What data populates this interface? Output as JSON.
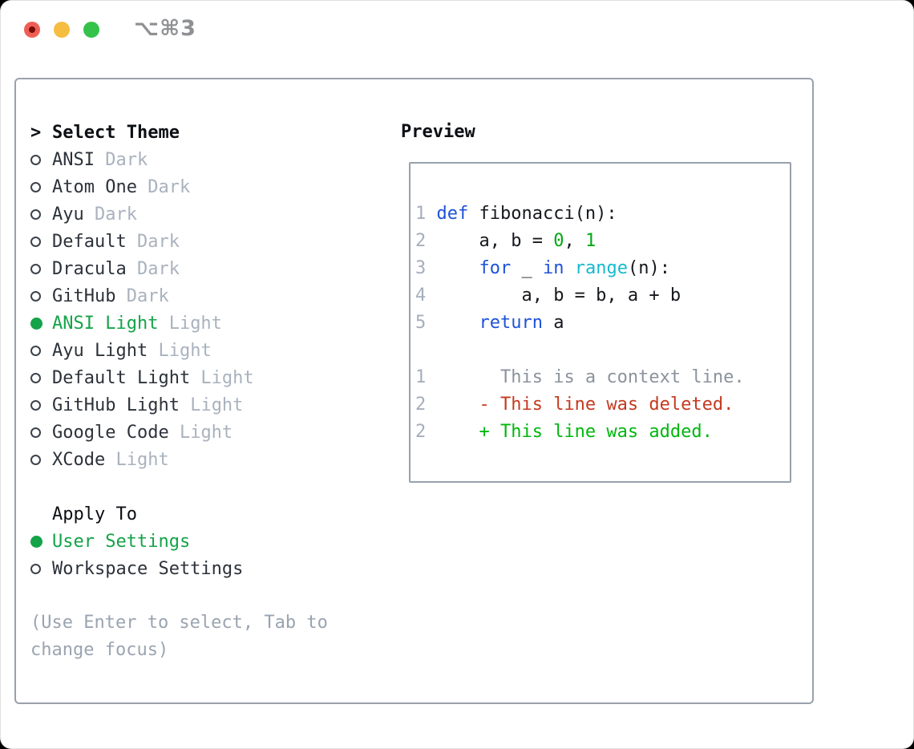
{
  "window": {
    "shortcut": "⌥⌘3",
    "traffic_lights": {
      "close": "close",
      "minimize": "minimize",
      "zoom": "zoom"
    }
  },
  "theme_picker": {
    "cursor": ">",
    "title": "Select Theme",
    "themes": [
      {
        "name": "ANSI",
        "variant": "Dark",
        "selected": false
      },
      {
        "name": "Atom One",
        "variant": "Dark",
        "selected": false
      },
      {
        "name": "Ayu",
        "variant": "Dark",
        "selected": false
      },
      {
        "name": "Default",
        "variant": "Dark",
        "selected": false
      },
      {
        "name": "Dracula",
        "variant": "Dark",
        "selected": false
      },
      {
        "name": "GitHub",
        "variant": "Dark",
        "selected": false
      },
      {
        "name": "ANSI Light",
        "variant": "Light",
        "selected": true
      },
      {
        "name": "Ayu Light",
        "variant": "Light",
        "selected": false
      },
      {
        "name": "Default Light",
        "variant": "Light",
        "selected": false
      },
      {
        "name": "GitHub Light",
        "variant": "Light",
        "selected": false
      },
      {
        "name": "Google Code",
        "variant": "Light",
        "selected": false
      },
      {
        "name": "XCode",
        "variant": "Light",
        "selected": false
      }
    ],
    "apply_to": {
      "title": "Apply To",
      "options": [
        {
          "label": "User Settings",
          "selected": true
        },
        {
          "label": "Workspace Settings",
          "selected": false
        }
      ]
    },
    "hint": "(Use Enter to select, Tab to change focus)"
  },
  "preview": {
    "title": "Preview",
    "code_lines": [
      {
        "num": "1",
        "segments": [
          {
            "t": "def ",
            "c": "keyword"
          },
          {
            "t": "fibonacci(n):",
            "c": "code"
          }
        ]
      },
      {
        "num": "2",
        "segments": [
          {
            "t": "    a, b = ",
            "c": "code"
          },
          {
            "t": "0",
            "c": "number"
          },
          {
            "t": ", ",
            "c": "code"
          },
          {
            "t": "1",
            "c": "number"
          }
        ]
      },
      {
        "num": "3",
        "segments": [
          {
            "t": "    ",
            "c": "code"
          },
          {
            "t": "for",
            "c": "keyword"
          },
          {
            "t": " _ ",
            "c": "code"
          },
          {
            "t": "in",
            "c": "keyword"
          },
          {
            "t": " ",
            "c": "code"
          },
          {
            "t": "range",
            "c": "builtin"
          },
          {
            "t": "(n):",
            "c": "code"
          }
        ]
      },
      {
        "num": "4",
        "segments": [
          {
            "t": "        a, b = b, a + b",
            "c": "code"
          }
        ]
      },
      {
        "num": "5",
        "segments": [
          {
            "t": "    ",
            "c": "code"
          },
          {
            "t": "return",
            "c": "keyword"
          },
          {
            "t": " a",
            "c": "code"
          }
        ]
      },
      {
        "num": "",
        "segments": []
      },
      {
        "num": "1",
        "segments": [
          {
            "t": "      This is a context line.",
            "c": "context"
          }
        ]
      },
      {
        "num": "2",
        "segments": [
          {
            "t": "    - This line was deleted.",
            "c": "deleted"
          }
        ]
      },
      {
        "num": "2",
        "segments": [
          {
            "t": "    + This line was added.",
            "c": "added"
          }
        ]
      }
    ]
  },
  "palette": {
    "keyword": "#1d52d9",
    "builtin": "#17b9ce",
    "number": "#00a812",
    "code": "#15181d",
    "context": "#8b939e",
    "deleted": "#c53a1f",
    "added": "#00b70e",
    "line_number": "#a5aebb",
    "selected_green": "#14a348",
    "muted": "#a9b2be",
    "border": "#99a1ac",
    "text_primary": "#0c0f13",
    "text_item": "#2c323a",
    "hint": "#9aa4b1",
    "shortcut": "#8e9093",
    "traffic_red": "#ee5e55",
    "traffic_red_dot": "#750c05",
    "traffic_yellow": "#f5bd41",
    "traffic_green": "#35c24a"
  }
}
